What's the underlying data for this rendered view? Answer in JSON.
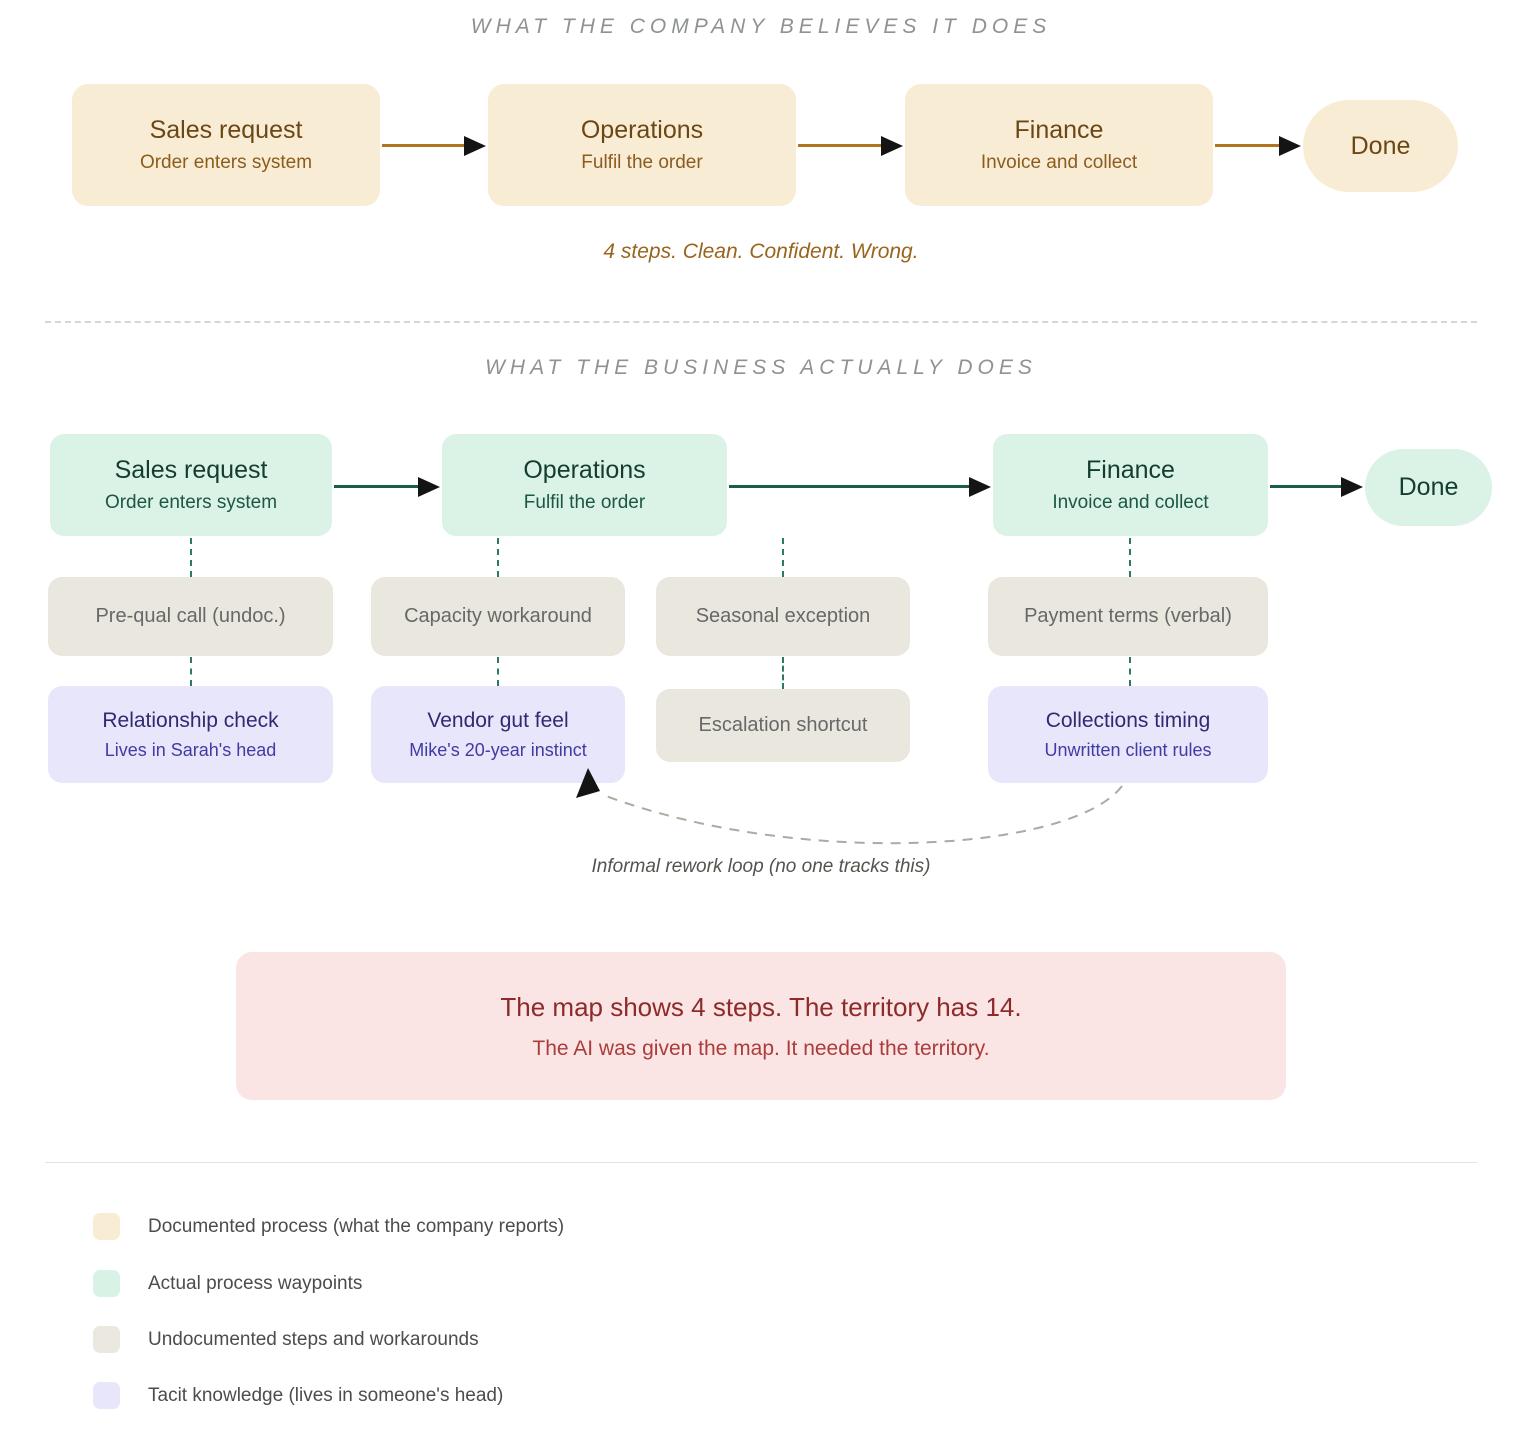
{
  "section_believed": {
    "title": "WHAT THE COMPANY BELIEVES IT DOES",
    "caption": "4 steps. Clean. Confident. Wrong.",
    "nodes": [
      {
        "title": "Sales request",
        "subtitle": "Order enters system"
      },
      {
        "title": "Operations",
        "subtitle": "Fulfil the order"
      },
      {
        "title": "Finance",
        "subtitle": "Invoice and collect"
      },
      {
        "title": "Done"
      }
    ]
  },
  "section_actual": {
    "title": "WHAT THE BUSINESS ACTUALLY DOES",
    "nodes": [
      {
        "title": "Sales request",
        "subtitle": "Order enters system"
      },
      {
        "title": "Operations",
        "subtitle": "Fulfil the order"
      },
      {
        "title": "Finance",
        "subtitle": "Invoice and collect"
      },
      {
        "title": "Done"
      }
    ],
    "undocumented": [
      "Pre-qual call (undoc.)",
      "Capacity workaround",
      "Seasonal exception",
      "Payment terms (verbal)",
      "Escalation shortcut"
    ],
    "tacit": [
      {
        "title": "Relationship check",
        "subtitle": "Lives in Sarah's head"
      },
      {
        "title": "Vendor gut feel",
        "subtitle": "Mike's 20-year instinct"
      },
      {
        "title": "Collections timing",
        "subtitle": "Unwritten client rules"
      }
    ],
    "loop_caption": "Informal rework loop (no one tracks this)"
  },
  "callout": {
    "title": "The map shows 4 steps. The territory has 14.",
    "subtitle": "The AI was given the map. It needed the territory."
  },
  "legend": {
    "items": [
      {
        "swatch_color": "#f9ecd4",
        "label": "Documented process (what the company reports)"
      },
      {
        "swatch_color": "#d9f2e6",
        "label": "Actual process waypoints"
      },
      {
        "swatch_color": "#ebe8df",
        "label": "Undocumented steps and workarounds"
      },
      {
        "swatch_color": "#e8e6fa",
        "label": "Tacit knowledge (lives in someone's head)"
      }
    ]
  },
  "colors": {
    "documented_arrow": "#b0751e",
    "actual_arrow": "#1c5c4a",
    "connector_dash": "#2e7a64",
    "loop_dash": "#abab9f",
    "callout_bg": "#fbe5e4",
    "callout_text": "#8e2a2a"
  }
}
